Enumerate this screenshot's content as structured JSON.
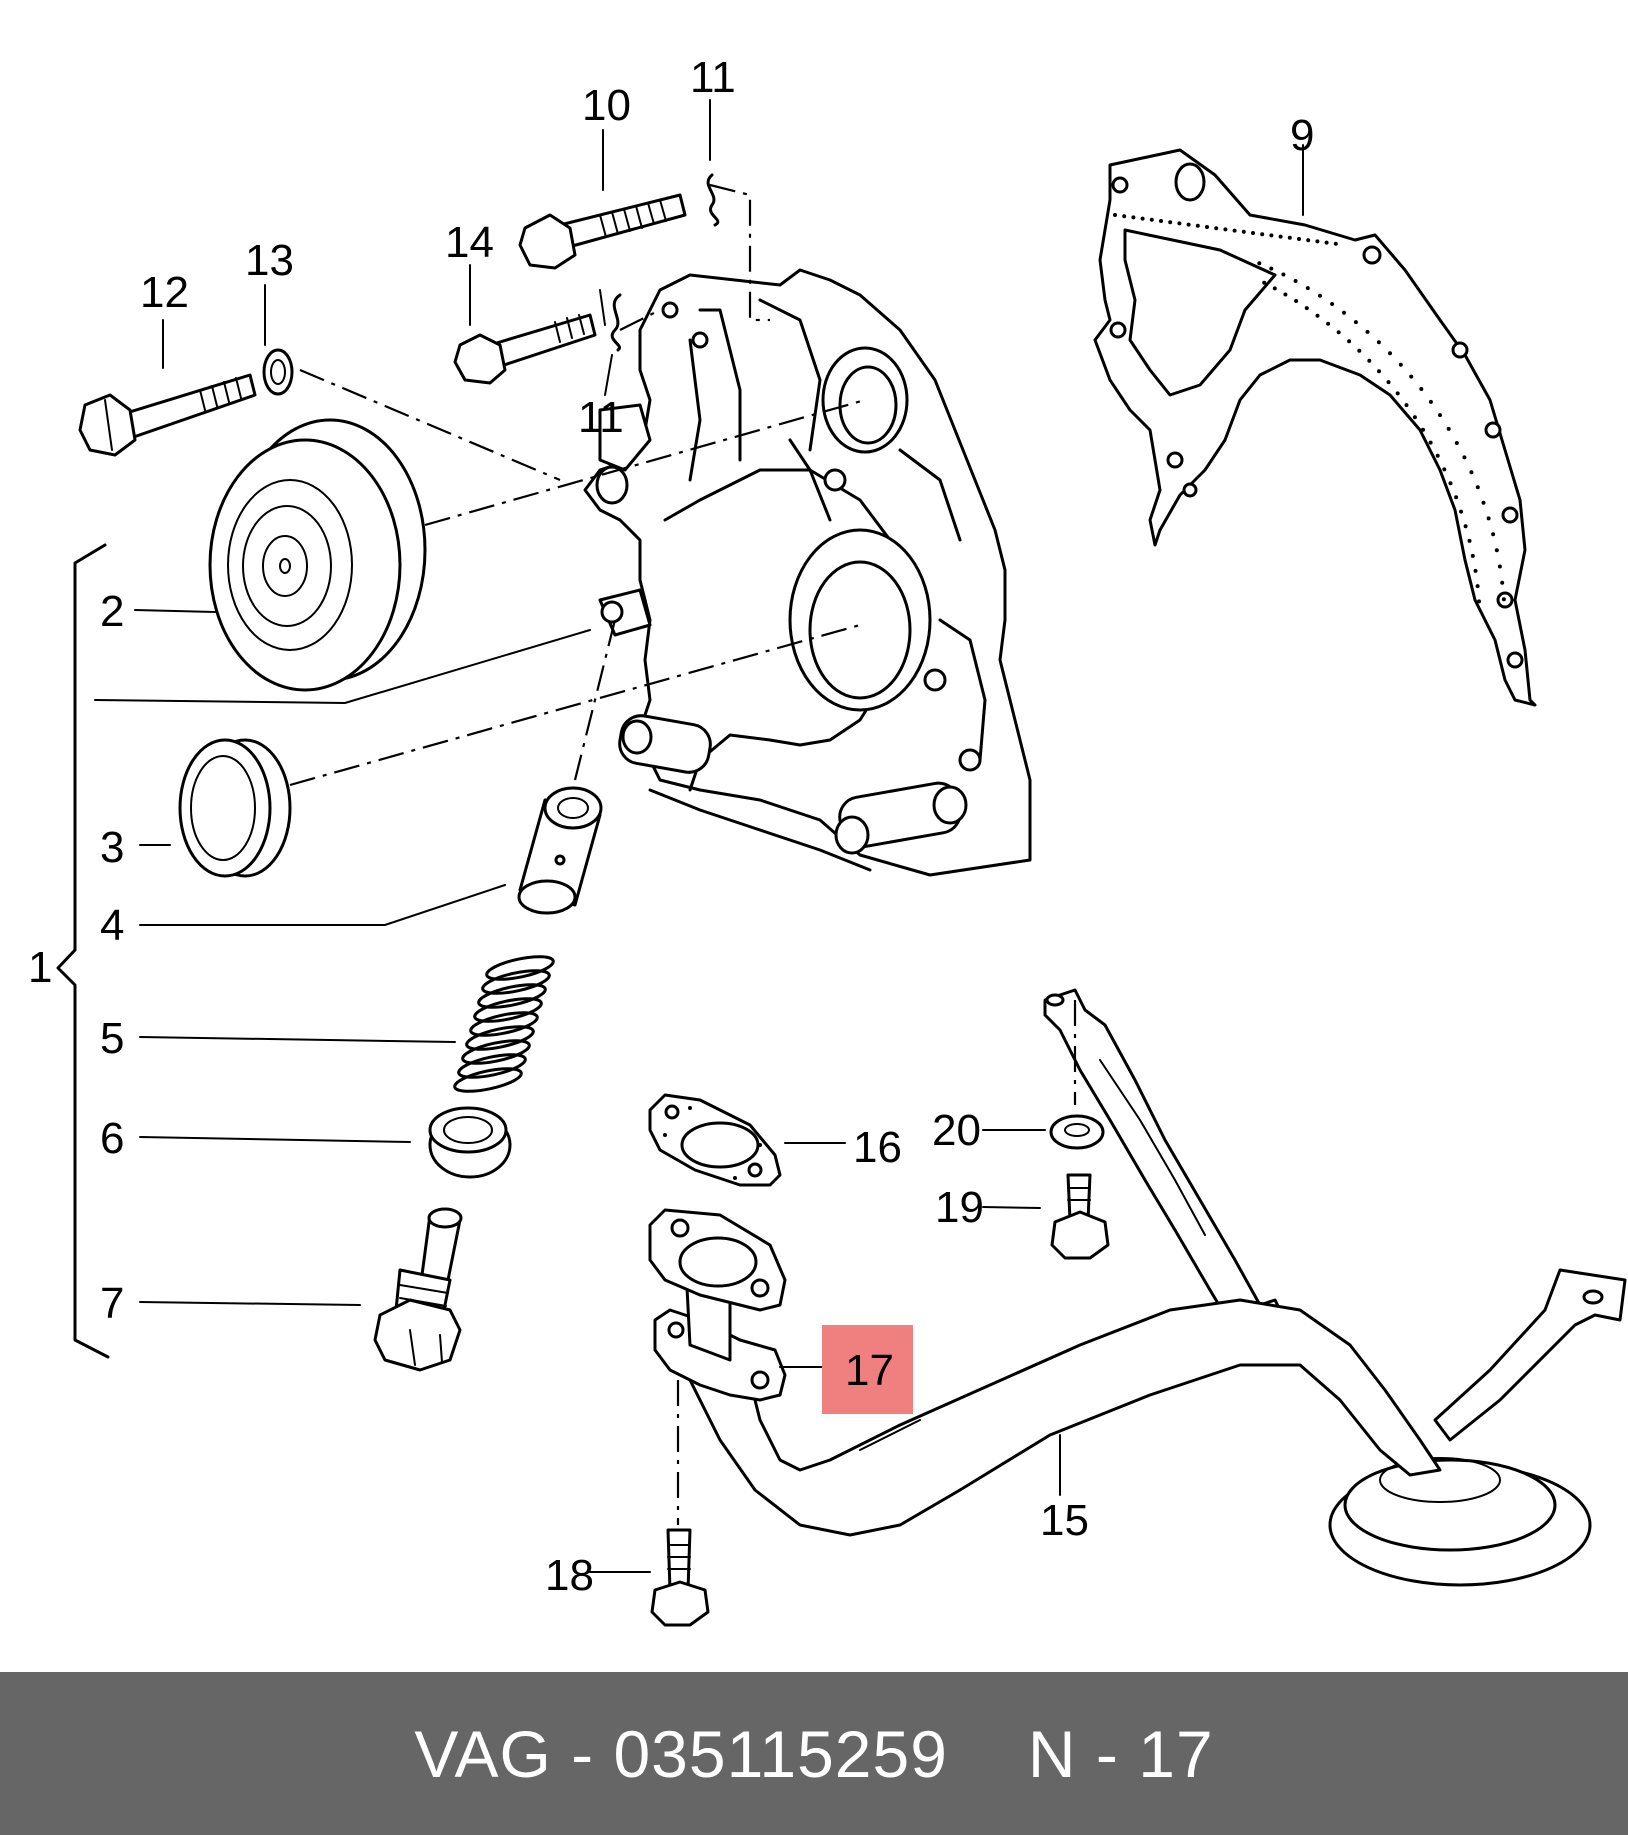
{
  "colors": {
    "footer_bg": "#666666",
    "footer_text": "#ffffff",
    "highlight": "#f08080",
    "line": "#000000"
  },
  "callouts": [
    {
      "id": "1",
      "label": "1"
    },
    {
      "id": "2",
      "label": "2"
    },
    {
      "id": "3",
      "label": "3"
    },
    {
      "id": "4",
      "label": "4"
    },
    {
      "id": "5",
      "label": "5"
    },
    {
      "id": "6",
      "label": "6"
    },
    {
      "id": "7",
      "label": "7"
    },
    {
      "id": "9",
      "label": "9"
    },
    {
      "id": "10",
      "label": "10"
    },
    {
      "id": "11a",
      "label": "11"
    },
    {
      "id": "11b",
      "label": "11"
    },
    {
      "id": "12",
      "label": "12"
    },
    {
      "id": "13",
      "label": "13"
    },
    {
      "id": "14",
      "label": "14"
    },
    {
      "id": "15",
      "label": "15"
    },
    {
      "id": "16",
      "label": "16"
    },
    {
      "id": "17",
      "label": "17",
      "highlighted": true
    },
    {
      "id": "18",
      "label": "18"
    },
    {
      "id": "19",
      "label": "19"
    },
    {
      "id": "20",
      "label": "20"
    }
  ],
  "footer": {
    "part_number": "VAG - 035115259",
    "position": "N - 17"
  }
}
